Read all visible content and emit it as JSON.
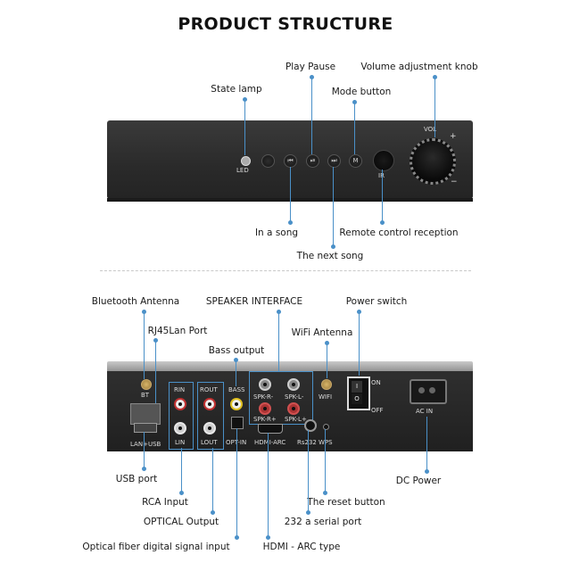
{
  "title": "PRODUCT STRUCTURE",
  "front_labels": {
    "state_lamp": "State lamp",
    "play_pause": "Play Pause",
    "mode_button": "Mode button",
    "volume_knob": "Volume adjustment knob",
    "in_a_song": "In a song",
    "remote_reception": "Remote control reception",
    "next_song": "The next song"
  },
  "front_panel": {
    "led": "LED",
    "prev_glyph": "⏮",
    "play_glyph": "⏯",
    "next_glyph": "⏭",
    "mode": "M",
    "ir": "IR",
    "vol": "VOL",
    "plus": "+",
    "minus": "−"
  },
  "back_labels": {
    "bluetooth_antenna": "Bluetooth Antenna",
    "speaker_interface": "SPEAKER INTERFACE",
    "power_switch": "Power switch",
    "rj45": "RJ45Lan Port",
    "wifi_antenna": "WiFi Antenna",
    "bass_output": "Bass output",
    "usb_port": "USB port",
    "dc_power": "DC Power",
    "rca_input": "RCA Input",
    "reset_button": "The reset button",
    "optical_output": "OPTICAL Output",
    "serial_port": "232 a serial port",
    "optical_input": "Optical fiber digital signal input",
    "hdmi_arc": "HDMI - ARC type"
  },
  "back_panel": {
    "bt": "BT",
    "lan_usb": "LAN+USB",
    "rin": "RIN",
    "lin": "LIN",
    "rout": "ROUT",
    "lout": "LOUT",
    "bass": "BASS",
    "opt_in": "OPT-IN",
    "spk_r_minus": "SPK-R-",
    "spk_l_minus": "SPK-L-",
    "spk_r_plus": "SPK-R+",
    "spk_l_plus": "SPK-L+",
    "hdmi_arc": "HDMI-ARC",
    "rs232": "Rs232",
    "wps": "WPS",
    "wifi": "WIFI",
    "on": "ON",
    "off": "OFF",
    "switch_on": "I",
    "switch_off": "O",
    "ac_in": "AC IN"
  },
  "colors": {
    "leader": "#4a90c8",
    "rca_white": "#e8e8e8",
    "rca_red": "#c03030",
    "rca_yellow": "#e0c020",
    "device_dark": "#2a2a2a"
  }
}
